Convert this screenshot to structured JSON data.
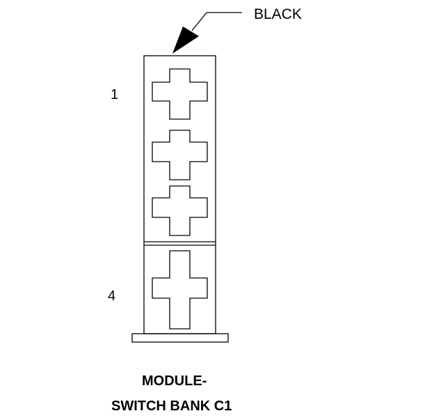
{
  "callout": {
    "label": "BLACK"
  },
  "pin_labels": {
    "top": "1",
    "bottom": "4"
  },
  "title": {
    "line1": "MODULE-",
    "line2": "SWITCH BANK C1"
  },
  "colors": {
    "stroke": "#000000",
    "background": "#ffffff"
  }
}
